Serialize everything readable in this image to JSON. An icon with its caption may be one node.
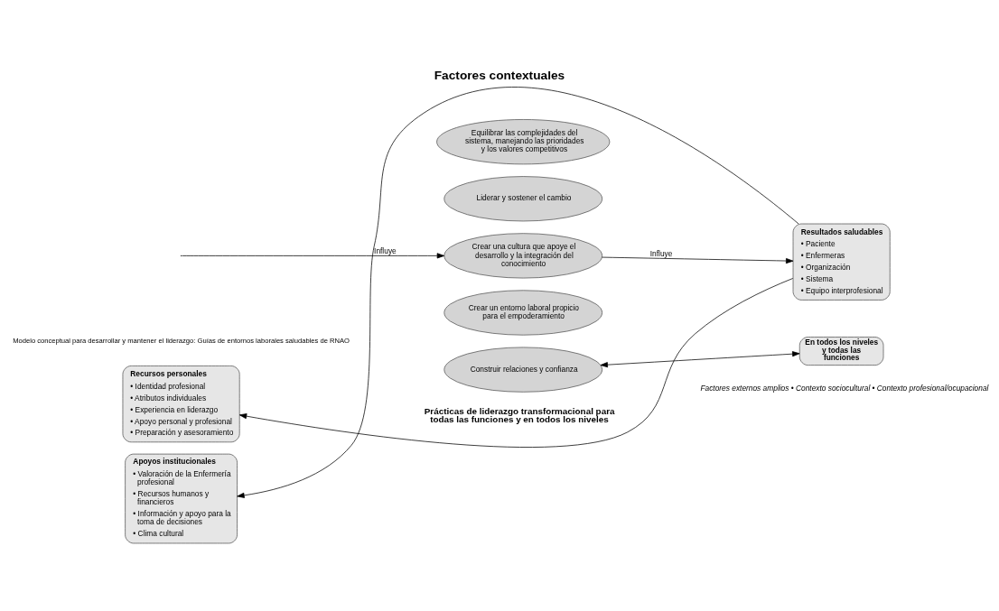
{
  "diagram": {
    "title": "Factores contextuales",
    "caption": "Modelo conceptual para desarrollar y mantener el liderazgo: Guías de entornos laborales saludables de RNAO",
    "nodes": [
      {
        "text": [
          "Apoyos institucionales",
          "• Valoración de la Enfermería profesional",
          "• Recursos humanos y financieros",
          "• Información y apoyo para la toma de decisiones",
          "• Clima cultural"
        ]
      },
      {
        "text": [
          "Recursos personales",
          "• Identidad profesional",
          "• Atributos individuales",
          "• Experiencia en liderazgo",
          "• Apoyo personal y profesional",
          "• Preparación y asesoramiento"
        ]
      },
      {
        "text": [
          "Construir relaciones y confianza"
        ]
      },
      {
        "text": [
          "Crear un entorno laboral propicio para el empoderamiento"
        ]
      },
      {
        "text": [
          "Crear una cultura que apoye el desarrollo y la integración del conocimiento"
        ]
      },
      {
        "text": [
          "Liderar y sostener el cambio"
        ]
      },
      {
        "text": [
          "Equilibrar las complejidades del sistema, manejando las prioridades y los valores competitivos"
        ]
      },
      {
        "text": [
          "En todos los niveles y todas las funciones"
        ]
      },
      {
        "text": [
          "Resultados saludables",
          "• Paciente",
          "• Enfermeras",
          "• Organización",
          "• Sistema",
          "• Equipo interprofesional"
        ]
      }
    ],
    "edges": [
      {
        "from": null,
        "to": 4,
        "arrow": "to",
        "label": "Influye"
      },
      {
        "from": 4,
        "to": 8,
        "arrow": "to",
        "label": "Influye"
      },
      {
        "from": 2,
        "to": 7,
        "arrow": "both"
      },
      {
        "from": 8,
        "to": 0,
        "arrow": "to"
      },
      {
        "from": 8,
        "to": 1,
        "arrow": "to"
      }
    ],
    "labels": [
      "Factores externos amplios • Contexto sociocultural • Contexto profesional/ocupacional",
      "Prácticas de liderazgo transformacional para todas las funciones y en todos los niveles"
    ]
  }
}
